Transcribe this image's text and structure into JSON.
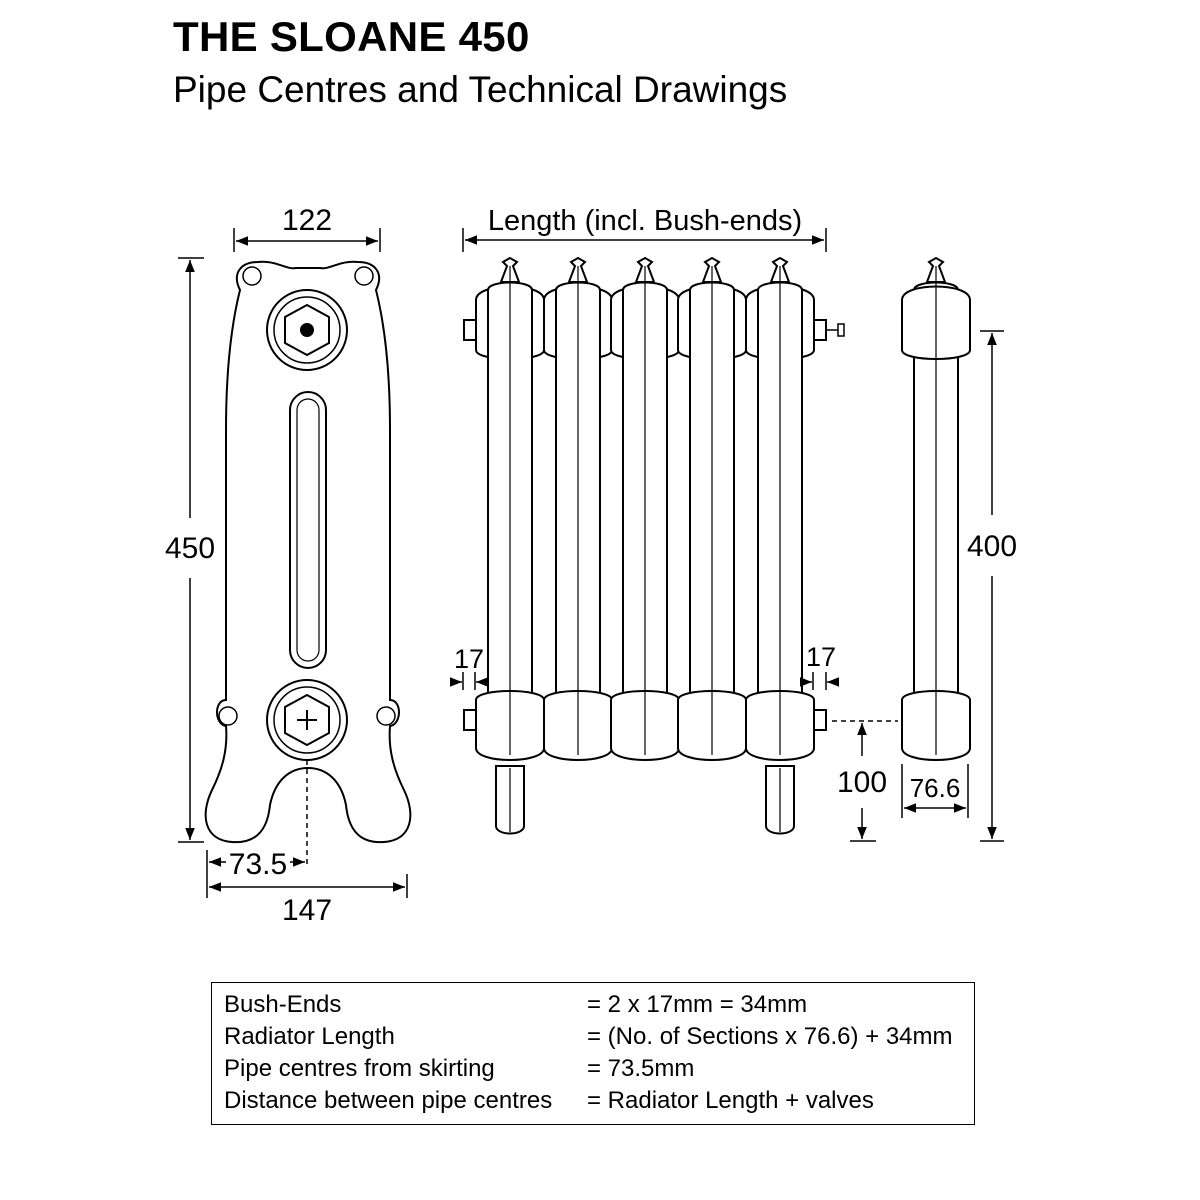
{
  "title": "THE SLOANE 450",
  "subtitle": "Pipe Centres and Technical Drawings",
  "front_view": {
    "top_width": "122",
    "height": "450",
    "pipe_offset": "73.5",
    "base_width": "147"
  },
  "side_view": {
    "length_label": "Length (incl. Bush-ends)",
    "bush_left": "17",
    "bush_right": "17"
  },
  "section_view": {
    "height": "400",
    "pipe_height": "100",
    "section_width": "76.6"
  },
  "specs": [
    {
      "label": "Bush-Ends",
      "value": "= 2 x 17mm = 34mm"
    },
    {
      "label": "Radiator Length",
      "value": "= (No. of Sections x 76.6)  + 34mm"
    },
    {
      "label": "Pipe centres from skirting",
      "value": "= 73.5mm"
    },
    {
      "label": "Distance between pipe centres",
      "value": "= Radiator Length + valves"
    }
  ],
  "colors": {
    "line": "#000000",
    "fill": "#ffffff",
    "shade": "#d9d9d9"
  }
}
